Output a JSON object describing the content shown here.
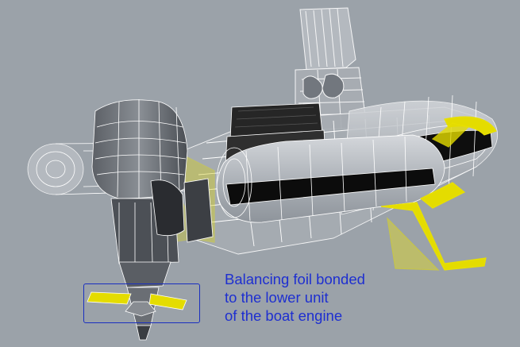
{
  "callout": {
    "line1": "Balancing foil bonded",
    "line2": "to the lower unit",
    "line3": "of the boat engine"
  },
  "colors": {
    "background": "#9ba2a9",
    "wireframe": "#ffffff",
    "foil_highlight": "#e8e000",
    "tube_band": "#111111",
    "callout_blue": "#1e2fd0"
  }
}
